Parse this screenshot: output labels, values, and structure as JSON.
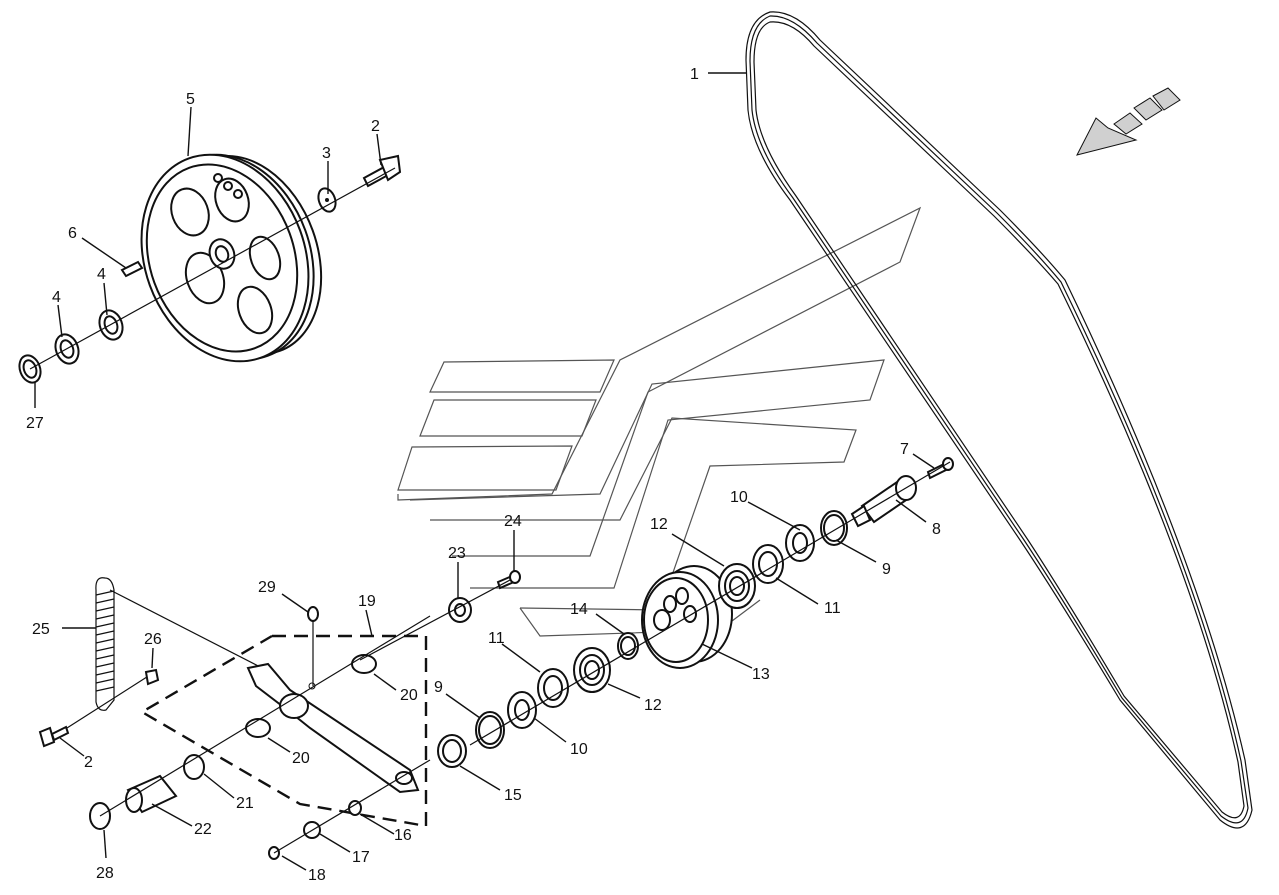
{
  "diagram": {
    "callouts": [
      {
        "id": "c1",
        "label": "1"
      },
      {
        "id": "c2a",
        "label": "2"
      },
      {
        "id": "c2b",
        "label": "2"
      },
      {
        "id": "c3",
        "label": "3"
      },
      {
        "id": "c4a",
        "label": "4"
      },
      {
        "id": "c4b",
        "label": "4"
      },
      {
        "id": "c5",
        "label": "5"
      },
      {
        "id": "c6",
        "label": "6"
      },
      {
        "id": "c7",
        "label": "7"
      },
      {
        "id": "c8",
        "label": "8"
      },
      {
        "id": "c9a",
        "label": "9"
      },
      {
        "id": "c9b",
        "label": "9"
      },
      {
        "id": "c10a",
        "label": "10"
      },
      {
        "id": "c10b",
        "label": "10"
      },
      {
        "id": "c11a",
        "label": "11"
      },
      {
        "id": "c11b",
        "label": "11"
      },
      {
        "id": "c12a",
        "label": "12"
      },
      {
        "id": "c12b",
        "label": "12"
      },
      {
        "id": "c13",
        "label": "13"
      },
      {
        "id": "c14",
        "label": "14"
      },
      {
        "id": "c15",
        "label": "15"
      },
      {
        "id": "c16",
        "label": "16"
      },
      {
        "id": "c17",
        "label": "17"
      },
      {
        "id": "c18",
        "label": "18"
      },
      {
        "id": "c19",
        "label": "19"
      },
      {
        "id": "c20a",
        "label": "20"
      },
      {
        "id": "c20b",
        "label": "20"
      },
      {
        "id": "c21",
        "label": "21"
      },
      {
        "id": "c22",
        "label": "22"
      },
      {
        "id": "c23",
        "label": "23"
      },
      {
        "id": "c24",
        "label": "24"
      },
      {
        "id": "c25",
        "label": "25"
      },
      {
        "id": "c26",
        "label": "26"
      },
      {
        "id": "c27",
        "label": "27"
      },
      {
        "id": "c28",
        "label": "28"
      },
      {
        "id": "c29",
        "label": "29"
      }
    ]
  }
}
